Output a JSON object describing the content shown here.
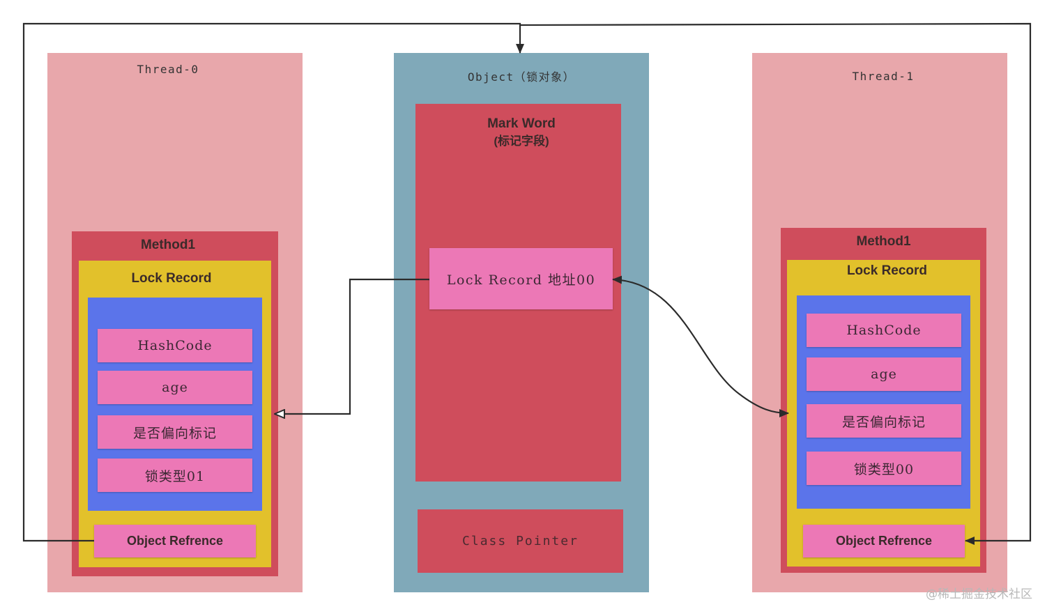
{
  "thread0": {
    "title": "Thread-0",
    "method": "Method1",
    "lock_record": "Lock Record",
    "fields": [
      "HashCode",
      "age",
      "是否偏向标记",
      "锁类型01"
    ],
    "object_ref": "Object Refrence"
  },
  "object": {
    "title": "Object（锁对象）",
    "mark_word_title": "Mark Word",
    "mark_word_subtitle": "(标记字段)",
    "lock_record_addr": "Lock Record 地址00",
    "class_pointer": "Class Pointer"
  },
  "thread1": {
    "title": "Thread-1",
    "method": "Method1",
    "lock_record": "Lock Record",
    "fields": [
      "HashCode",
      "age",
      "是否偏向标记",
      "锁类型00"
    ],
    "object_ref": "Object Refrence"
  },
  "watermark": "@稀土掘金技术社区",
  "colors": {
    "thread_bg": "#e8a7ab",
    "object_bg": "#80a9b9",
    "method_red": "#cf4d5c",
    "lock_record_yellow": "#e2c12b",
    "fields_blue": "#5b74ea",
    "field_pink": "#ec78b6",
    "connector": "#2b2b2b"
  }
}
